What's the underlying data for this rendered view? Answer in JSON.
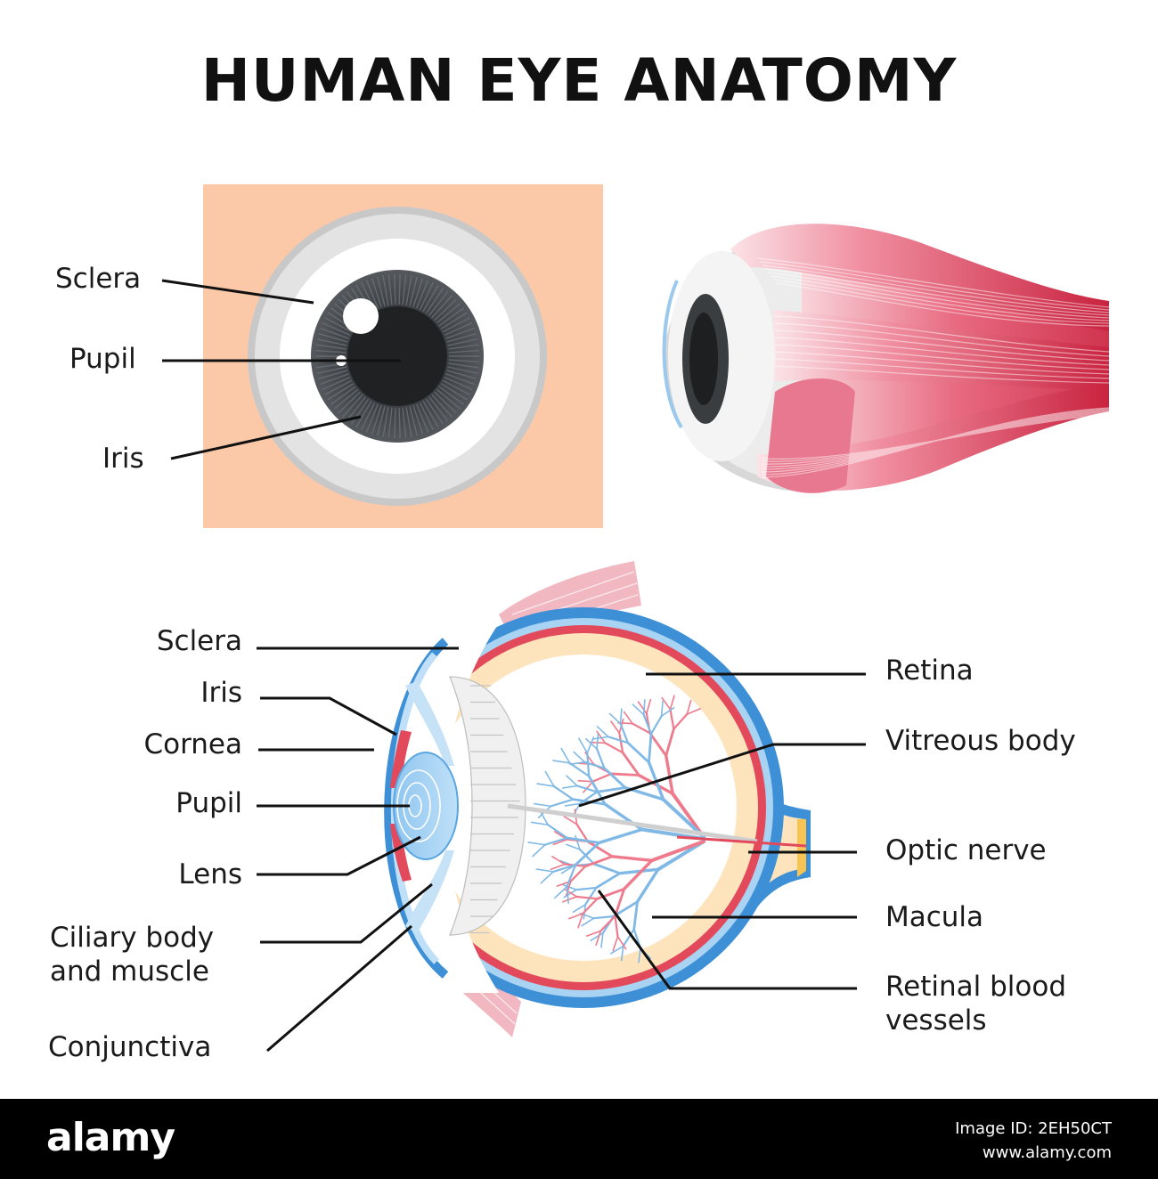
{
  "title": "HUMAN EYE ANATOMY",
  "front_view_labels": [
    "Sclera",
    "Pupil",
    "Iris"
  ],
  "cross_section_left_labels": [
    "Sclera",
    "Iris",
    "Cornea",
    "Pupil",
    "Lens",
    "Ciliary body\nand muscle",
    "Conjunctiva"
  ],
  "cross_section_right_labels": [
    "Retina",
    "Vitreous body",
    "Optic nerve",
    "Macula",
    "Retinal blood\nvessels"
  ],
  "footer": {
    "logo": "alamy",
    "image_id_line": "Image ID: 2EH50CT",
    "site": "www.alamy.com"
  },
  "colors": {
    "skin": "#fbc9a8",
    "iris": "#4a4e53",
    "muscle": "#d94d6c",
    "sclera_blue": "#3d8fd6",
    "choroid_red": "#e24a5c",
    "retina_cream": "#fde4bd",
    "vessel_red": "#ee7a8c",
    "vessel_blue": "#80b9e6"
  }
}
